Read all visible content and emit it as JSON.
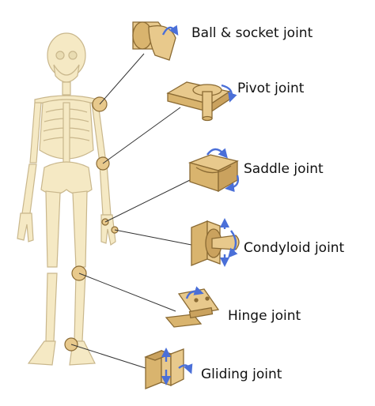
{
  "colors": {
    "bone": "#f5e9c4",
    "bone_stroke": "#c9b78c",
    "joint": "#e8c98c",
    "joint_stroke": "#8a6a33",
    "arrow": "#4a6fd8",
    "leader": "#333333"
  },
  "joints": [
    {
      "id": "ball-socket",
      "label": "Ball & socket joint"
    },
    {
      "id": "pivot",
      "label": "Pivot joint"
    },
    {
      "id": "saddle",
      "label": "Saddle joint"
    },
    {
      "id": "condyloid",
      "label": "Condyloid joint"
    },
    {
      "id": "hinge",
      "label": "Hinge joint"
    },
    {
      "id": "gliding",
      "label": "Gliding joint"
    }
  ]
}
